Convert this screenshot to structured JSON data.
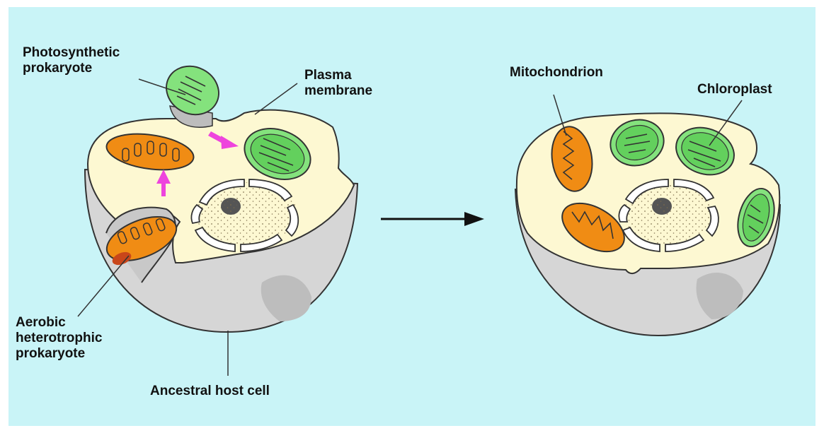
{
  "labels": {
    "photosynthetic_prokaryote": [
      "Photosynthetic",
      "prokaryote"
    ],
    "plasma_membrane": [
      "Plasma",
      "membrane"
    ],
    "aerobic_heterotrophic_prokaryote": [
      "Aerobic",
      "heterotrophic",
      "prokaryote"
    ],
    "ancestral_host_cell": "Ancestral host cell",
    "mitochondrion": "Mitochondrion",
    "chloroplast": "Chloroplast"
  },
  "colors": {
    "background": "#c9f4f7",
    "cytoplasm": "#fdf8d2",
    "cell_shell": "#d6d6d6",
    "mitochondrion_fill": "#f08c14",
    "chloroplast_fill": "#84e27d",
    "chloroplast_inner": "#63d05d",
    "uptake_arrow": "#ee44dd",
    "label_text": "#111111"
  },
  "icons": {
    "uptake_arrows": "magenta-arrow-icon",
    "transition_arrow": "right-arrow-icon"
  }
}
